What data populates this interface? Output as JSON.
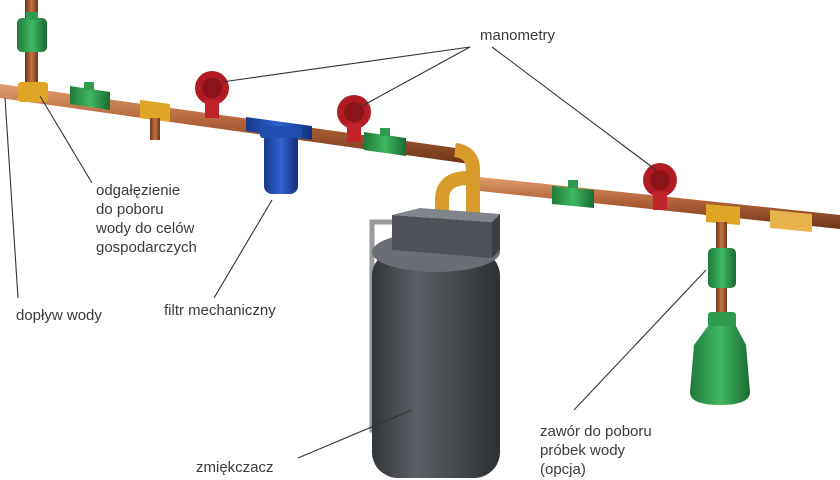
{
  "labels": {
    "manometry": "manometry",
    "branch": [
      "odgałęzienie",
      "do poboru",
      "wody do celów",
      "gospodarczych"
    ],
    "inflow": "dopływ wody",
    "filter": "filtr mechaniczny",
    "softener": "zmiękczacz",
    "sampling": [
      "zawór do poboru",
      "próbek wody",
      "(opcja)"
    ]
  },
  "colors": {
    "background": "#ffffff",
    "pipe_copper": "#b5653a",
    "ball_valve": "#2e9b4e",
    "pressure_gauge": "#b11c24",
    "fitting_brass": "#e0a526",
    "filter_housing": "#1f4fb0",
    "softener_tank": "#4a4d52",
    "label_text": "#3a3a3a",
    "leader_line": "#333333"
  },
  "icons": [
    "pressure-gauge-icon",
    "ball-valve-icon",
    "filter-icon",
    "softener-tank-icon",
    "sampling-bottle-icon"
  ]
}
